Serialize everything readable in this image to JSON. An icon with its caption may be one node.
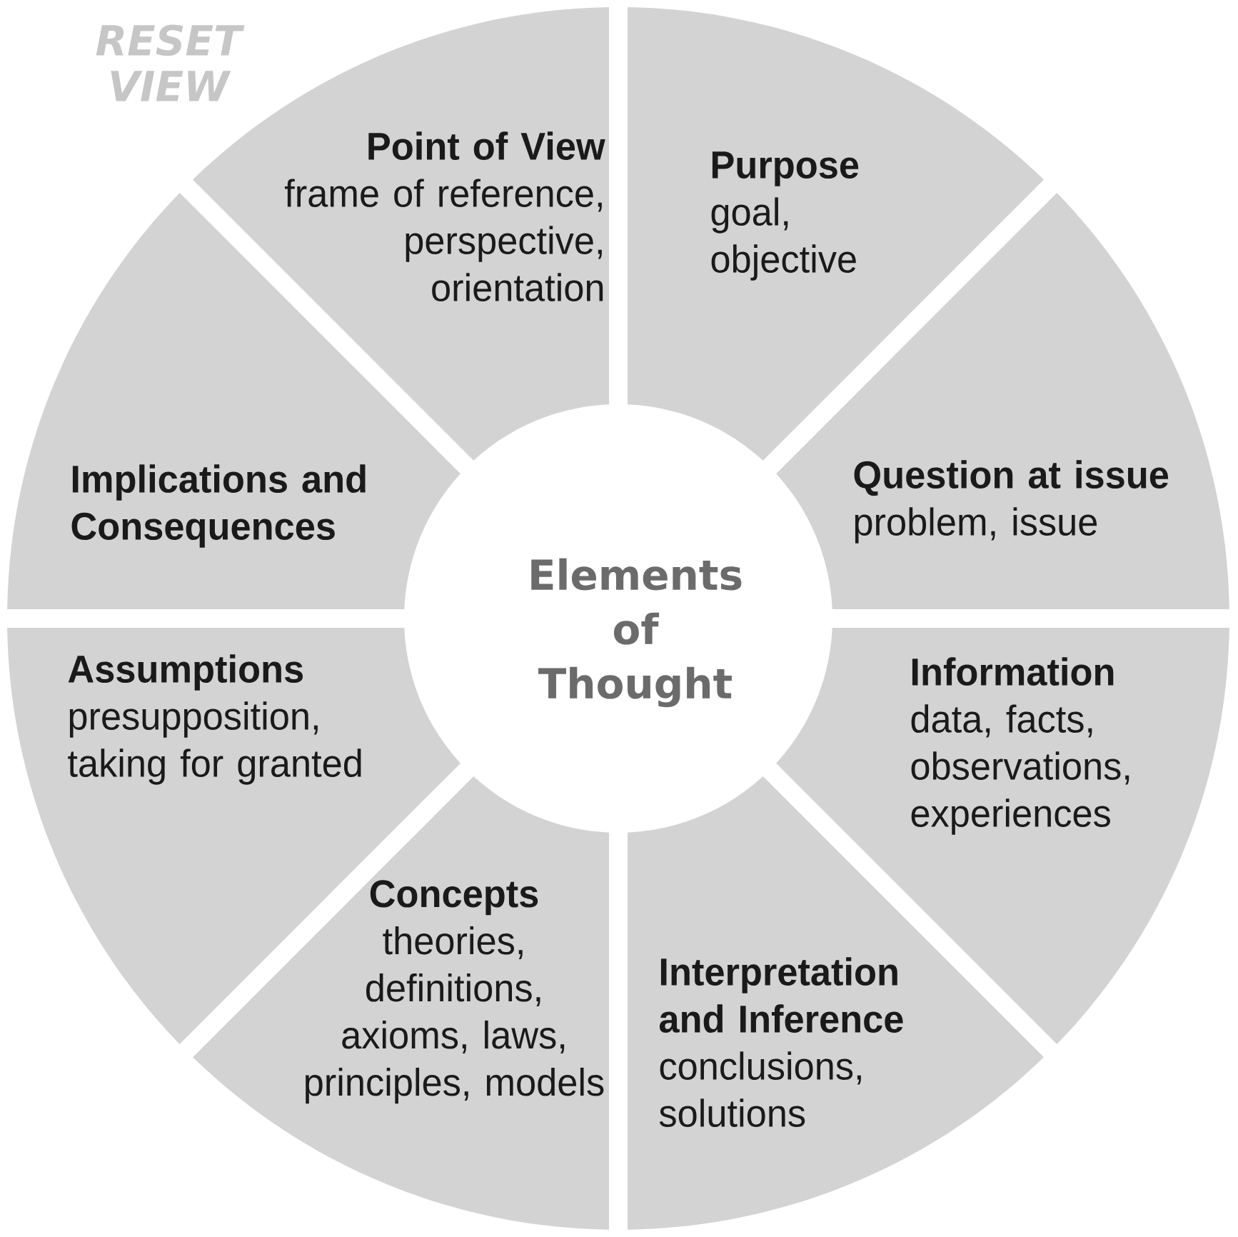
{
  "diagram": {
    "nodes": [
      {
        "text": [
          "Elements of Thought"
        ]
      },
      {
        "text": [
          "Point of View",
          "frame of reference, perspective, orientation"
        ]
      },
      {
        "text": [
          "Purpose",
          "goal, objective"
        ]
      },
      {
        "text": [
          "Question at issue",
          "problem, issue"
        ]
      },
      {
        "text": [
          "Information",
          "data, facts, observations, experiences"
        ]
      },
      {
        "text": [
          "Interpretation and Inference",
          "conclusions, solutions"
        ]
      },
      {
        "text": [
          "Concepts",
          "theories, definitions, axioms, laws, principles, models"
        ]
      },
      {
        "text": [
          "Assumptions",
          "presupposition, taking for granted"
        ]
      },
      {
        "text": [
          "Implications and Consequences"
        ]
      }
    ],
    "labels": [
      "RESET VIEW"
    ]
  }
}
